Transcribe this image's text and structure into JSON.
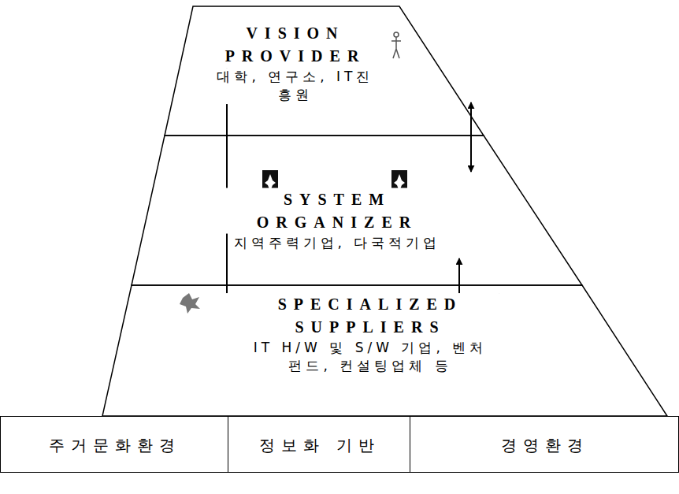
{
  "diagram": {
    "nodes": [
      {
        "text": [
          "VISION PROVIDER",
          "대학, 연구소, IT진흥원"
        ]
      },
      {
        "text": [
          "SYSTEM ORGANIZER",
          "지역주력기업, 다국적기업"
        ]
      },
      {
        "text": [
          "SPECIALIZED SUPPLIERS",
          "IT H/W 및 S/W 기업, 벤처펀드, 컨설팅업체 등"
        ]
      },
      {
        "text": [
          "주거문화환경"
        ]
      },
      {
        "text": [
          "정보화 기반"
        ]
      },
      {
        "text": [
          "경영환경"
        ]
      }
    ],
    "edges": [
      {
        "from": 0,
        "to": 2,
        "arrow": "both"
      },
      {
        "from": 0,
        "to": 1,
        "arrow": "both"
      },
      {
        "from": 1,
        "to": 2,
        "arrow": "both"
      }
    ]
  }
}
